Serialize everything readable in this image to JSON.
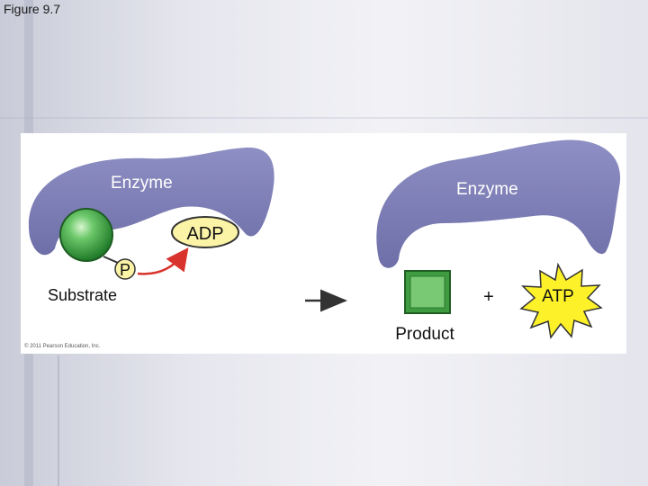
{
  "slide": {
    "title": "Figure 9.7"
  },
  "figure": {
    "left_enzyme_label": "Enzyme",
    "right_enzyme_label": "Enzyme",
    "adp_label": "ADP",
    "phosphate_label": "P",
    "substrate_label": "Substrate",
    "product_label": "Product",
    "plus_sign": "+",
    "atp_label": "ATP",
    "copyright": "© 2011 Pearson Education, Inc."
  },
  "colors": {
    "enzyme": "#7f80b8",
    "substrate_sphere": "#3da83d",
    "product_box": "#5db85d",
    "adp_fill": "#fbf3a6",
    "atp_burst": "#fdf22a",
    "arrow_red": "#d8332c"
  }
}
